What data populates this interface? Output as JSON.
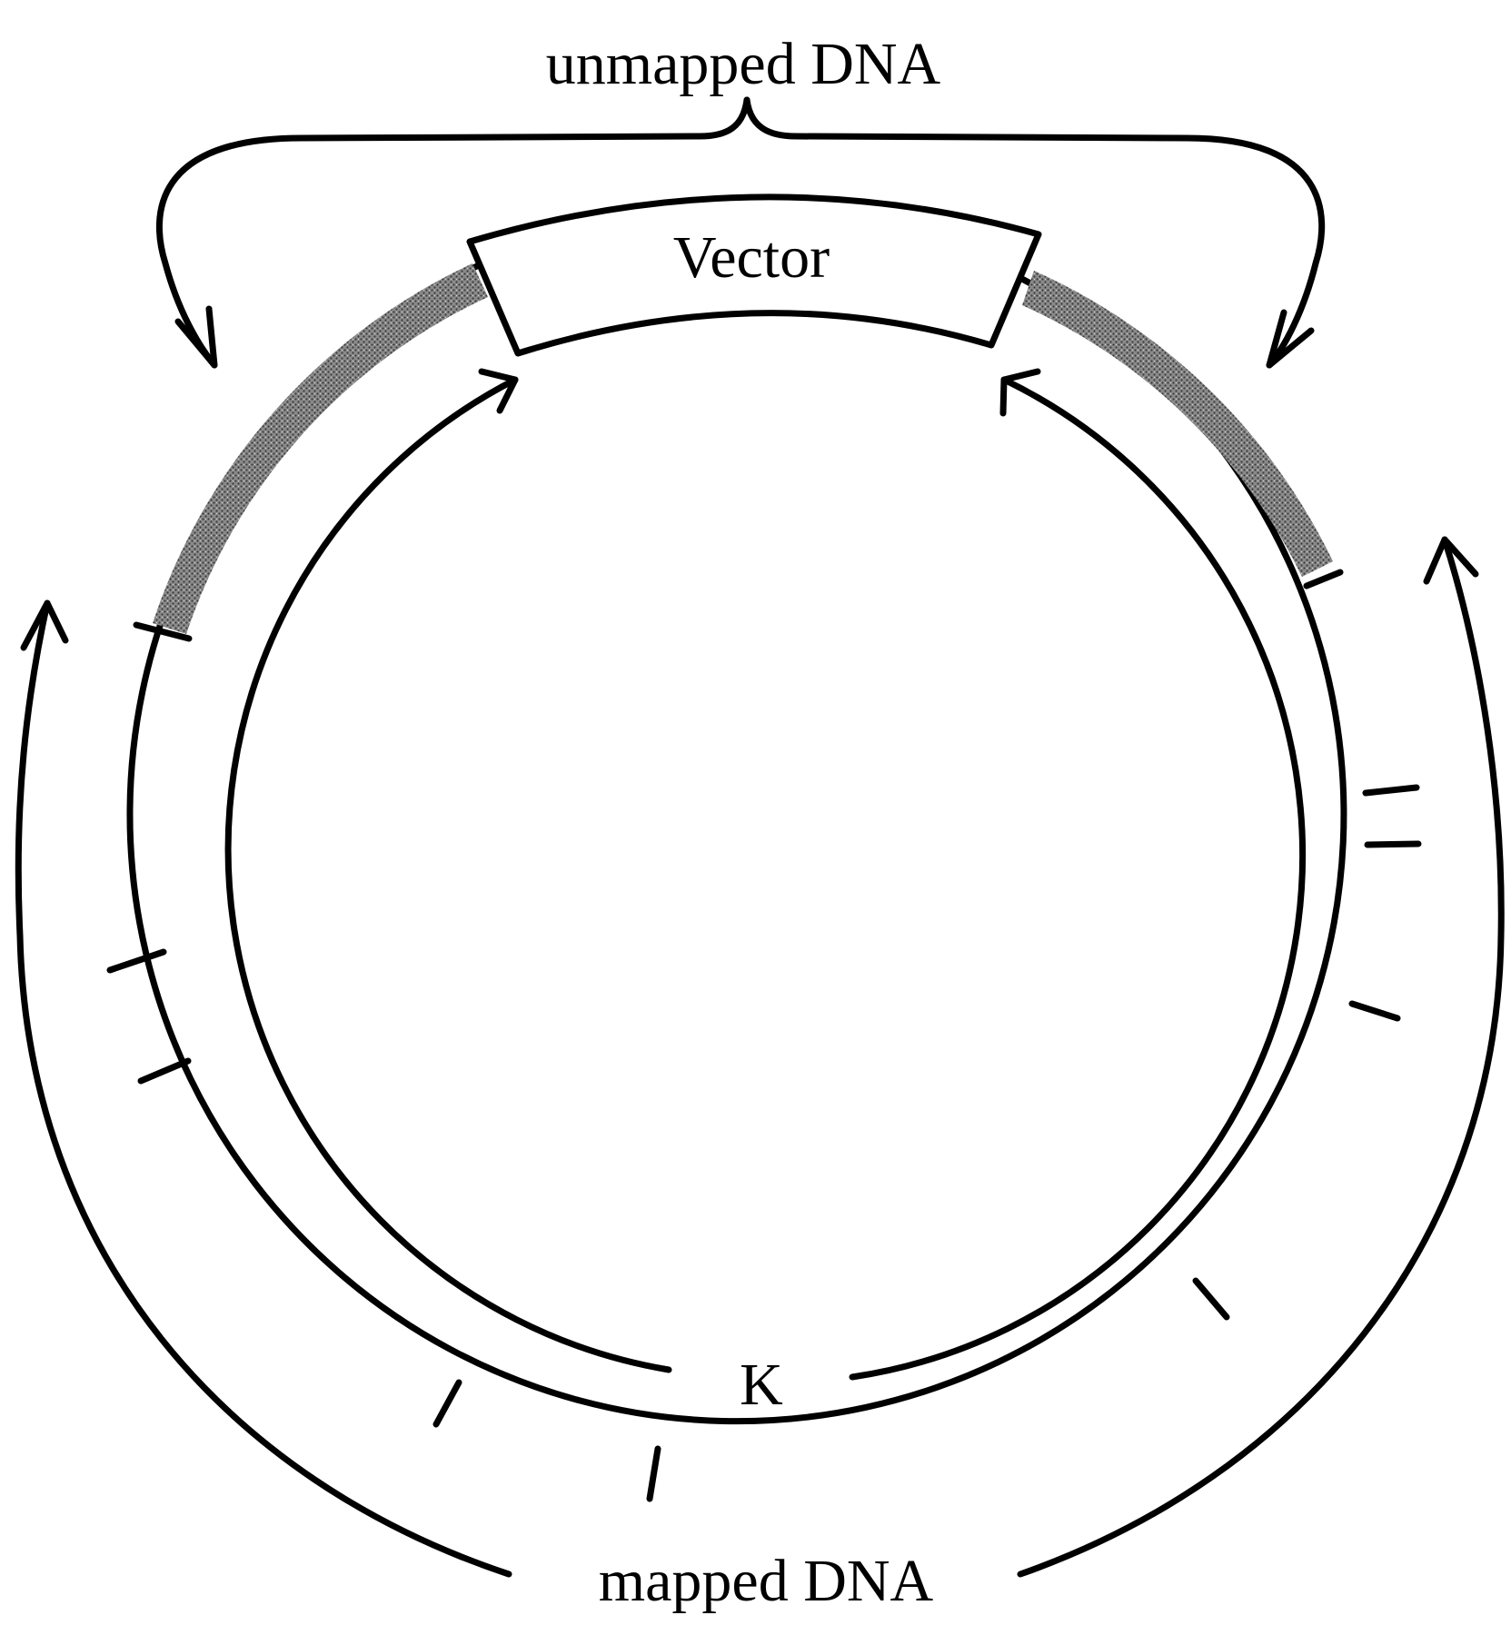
{
  "labels": {
    "unmapped": "unmapped DNA",
    "vector": "Vector",
    "k_marker": "K",
    "mapped": "mapped DNA"
  },
  "colors": {
    "ink": "#000000",
    "background": "#ffffff",
    "shaded_region": "#7a7a7a"
  }
}
